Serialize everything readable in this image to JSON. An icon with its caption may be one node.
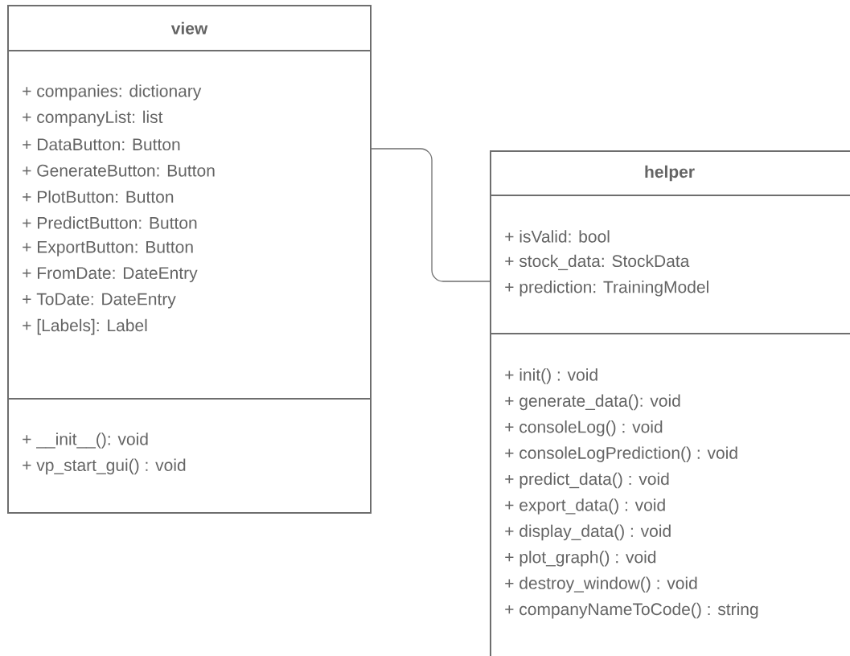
{
  "diagram": {
    "nodes": [
      {
        "text": [
          "view",
          "+ companies: dictionary",
          "+ companyList: list",
          "+ DataButton: Button",
          "+ GenerateButton: Button",
          "+ PlotButton: Button",
          "+ PredictButton: Button",
          "+ ExportButton: Button",
          "+ FromDate: DateEntry",
          "+ ToDate: DateEntry",
          "+ [Labels]: Label",
          "+ __init__(): void",
          "+ vp_start_gui() : void"
        ]
      },
      {
        "text": [
          "helper",
          "+ isValid: bool",
          "+ stock_data: StockData",
          "+ prediction: TrainingModel",
          "+ init() : void",
          "+ generate_data(): void",
          "+ consoleLog() : void",
          "+ consoleLogPrediction() : void",
          "+ predict_data() : void",
          "+ export_data() : void",
          "+ display_data() : void",
          "+ plot_graph() : void",
          "+ destroy_window() : void",
          "+ companyNameToCode() : string"
        ]
      }
    ],
    "edges": [
      {
        "from": 0,
        "to": 1,
        "arrow": "none"
      }
    ]
  }
}
